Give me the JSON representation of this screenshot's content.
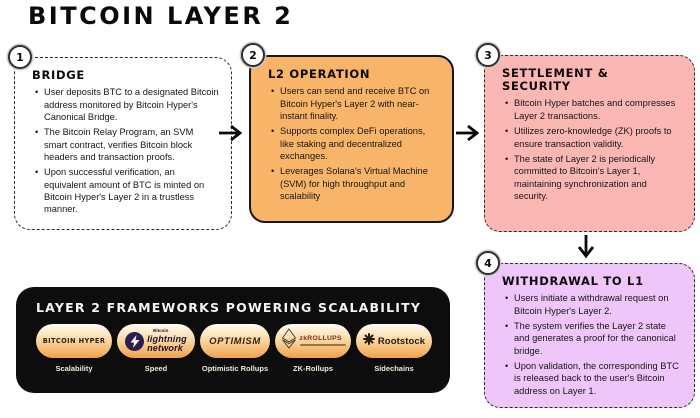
{
  "page": {
    "title": "BITCOIN LAYER 2"
  },
  "steps": [
    {
      "number": "1",
      "heading": "BRIDGE",
      "bullets": [
        "User deposits BTC to a designated Bitcoin address monitored by Bitcoin Hyper's Canonical Bridge.",
        "The Bitcoin Relay Program, an SVM smart contract, verifies Bitcoin block headers and transaction proofs.",
        "Upon successful verification, an equivalent amount of BTC is minted on Bitcoin Hyper's Layer 2 in a trustless manner."
      ]
    },
    {
      "number": "2",
      "heading": "L2 OPERATION",
      "bullets": [
        "Users can send and receive BTC on Bitcoin Hyper's Layer 2 with near-instant finality.",
        "Supports complex DeFi operations, like staking and decentralized exchanges.",
        "Leverages Solana's Virtual Machine (SVM) for high throughput and scalability"
      ]
    },
    {
      "number": "3",
      "heading": "SETTLEMENT & SECURITY",
      "bullets": [
        "Bitcoin Hyper batches and compresses Layer 2 transactions.",
        "Utilizes zero-knowledge (ZK) proofs to ensure transaction validity.",
        "The state of Layer 2 is periodically committed to Bitcoin's Layer 1, maintaining synchronization and security."
      ]
    },
    {
      "number": "4",
      "heading": "WITHDRAWAL TO L1",
      "bullets": [
        "Users initiate a withdrawal request on Bitcoin Hyper's Layer 2.",
        "The system verifies the Layer 2 state and generates a proof for the canonical bridge.",
        "Upon validation, the corresponding BTC is released back to the user's Bitcoin address on Layer 1."
      ]
    }
  ],
  "frameworks_panel": {
    "title": "LAYER 2 FRAMEWORKS POWERING SCALABILITY",
    "items": [
      {
        "logo": "BITCOIN HYPER",
        "label": "Scalability"
      },
      {
        "logo_brand": "Bitcoin",
        "logo_line1": "lightning",
        "logo_line2": "network",
        "label": "Speed"
      },
      {
        "logo": "OPTIMISM",
        "label": "Optimistic Rollups"
      },
      {
        "logo": "zkROLLUPS",
        "label": "ZK-Rollups"
      },
      {
        "logo": "Rootstock",
        "label": "Sidechains"
      }
    ]
  },
  "colors": {
    "box2_fill": "#F8B469",
    "box3_fill": "#FBB7B3",
    "box4_fill": "#EEC6F9",
    "panel_background": "#0D0D0D",
    "pill_gradient_top": "#FFFDF5",
    "pill_gradient_bottom": "#F0A24A",
    "lightning_circle": "#2B1D50",
    "optimism_text": "#3B1E12",
    "zkrollups_text": "#7A2C1E"
  }
}
